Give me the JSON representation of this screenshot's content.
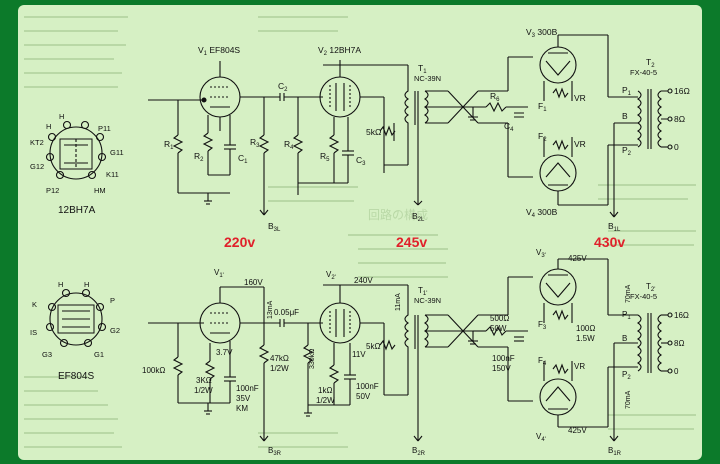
{
  "background_color": "#0c7a2a",
  "sheet_color": "#d6f0c4",
  "accent_color": "#e0202a",
  "pinouts": {
    "t12bh7a": {
      "name": "12BH7A",
      "pins": [
        "H",
        "P11",
        "G11",
        "K11",
        "HM",
        "P12",
        "G12",
        "KT2",
        "H"
      ]
    },
    "tef804s": {
      "name": "EF804S",
      "pins": [
        "H",
        "P",
        "G2",
        "G1",
        "G3",
        "IS",
        "K",
        "H"
      ]
    }
  },
  "top_schematic": {
    "v1": "V",
    "v1_sub": "1",
    "v1_type": "EF804S",
    "v2": "V",
    "v2_sub": "2",
    "v2_type": "12BH7A",
    "v3": "V",
    "v3_sub": "3",
    "v3_type": "300B",
    "v4": "V",
    "v4_sub": "4",
    "v4_type": "300B",
    "t1": "T",
    "t1_sub": "1",
    "t1_type": "NC-39N",
    "t2": "T",
    "t2_sub": "2",
    "t2_type": "FX-40-5",
    "r1": "R",
    "r1_sub": "1",
    "r2": "R",
    "r2_sub": "2",
    "r3": "R",
    "r3_sub": "3",
    "r4": "R",
    "r4_sub": "4",
    "r5": "R",
    "r5_sub": "5",
    "r6": "R",
    "r6_sub": "6",
    "c1": "C",
    "c1_sub": "1",
    "c2": "C",
    "c2_sub": "2",
    "c3": "C",
    "c3_sub": "3",
    "c4": "C",
    "c4_sub": "4",
    "f1": "F",
    "f1_sub": "1",
    "f2": "F",
    "f2_sub": "2",
    "vr": "VR",
    "sec_res": "5kΩ",
    "b3l": "B",
    "b3l_sub": "3L",
    "b2l": "B",
    "b2l_sub": "2L",
    "b1l": "B",
    "b1l_sub": "1L",
    "out_16": "16Ω",
    "out_8": "8Ω",
    "out_0": "0",
    "p1": "P",
    "p1_sub": "1",
    "p2": "P",
    "p2_sub": "2",
    "b_tap": "B",
    "volt_220": "220v",
    "volt_245": "245v",
    "volt_430": "430v"
  },
  "bottom_schematic": {
    "v1": "V",
    "v1_sub": "1'",
    "v2": "V",
    "v2_sub": "2'",
    "v3": "V",
    "v3_sub": "3'",
    "v4": "V",
    "v4_sub": "4'",
    "t1": "T",
    "t1_sub": "1'",
    "t1_type": "NC-39N",
    "t2": "T",
    "t2_sub": "2'",
    "t2_type": "FX-40-5",
    "v_160": "160V",
    "i_13ma": "13mA",
    "c_005": "0.05μF",
    "v_240": "240V",
    "i_11ma": "11mA",
    "r_100k": "100kΩ",
    "v_37": "3.7V",
    "r_3k": "3KΩ",
    "r_3k_w": "1/2W",
    "c_100n": "100nF",
    "c_100n_v": "35V",
    "c_100n_km": "KM",
    "r_47k": "47kΩ",
    "r_47k_w": "1/2W",
    "r_330k": "330kΩ",
    "v_11": "11V",
    "r_1k": "1kΩ",
    "r_1k_w": "1/2W",
    "c2_100n": "100nF",
    "c2_100n_v": "50V",
    "r_5k": "5kΩ",
    "r_500": "500Ω",
    "r_500_w": "50W",
    "r_100": "100Ω",
    "r_100_w": "1.5W",
    "c_f3": "F",
    "c_f3_sub": "3",
    "c_f4": "F",
    "c_f4_sub": "4",
    "vr": "VR",
    "c3_100n": "100nF",
    "c3_100n_v": "150V",
    "v_425_top": "425V",
    "v_425_bot": "425V",
    "i_70ma_top": "70mA",
    "i_70ma_bot": "70mA",
    "b3r": "B",
    "b3r_sub": "3R",
    "b2r": "B",
    "b2r_sub": "2R",
    "b1r": "B",
    "b1r_sub": "1R",
    "out_16": "16Ω",
    "out_8": "8Ω",
    "out_0": "0",
    "p1": "P",
    "p1_sub": "1",
    "p2": "P",
    "p2_sub": "2",
    "b_tap": "B"
  },
  "heading_ghost": "回路の構成"
}
